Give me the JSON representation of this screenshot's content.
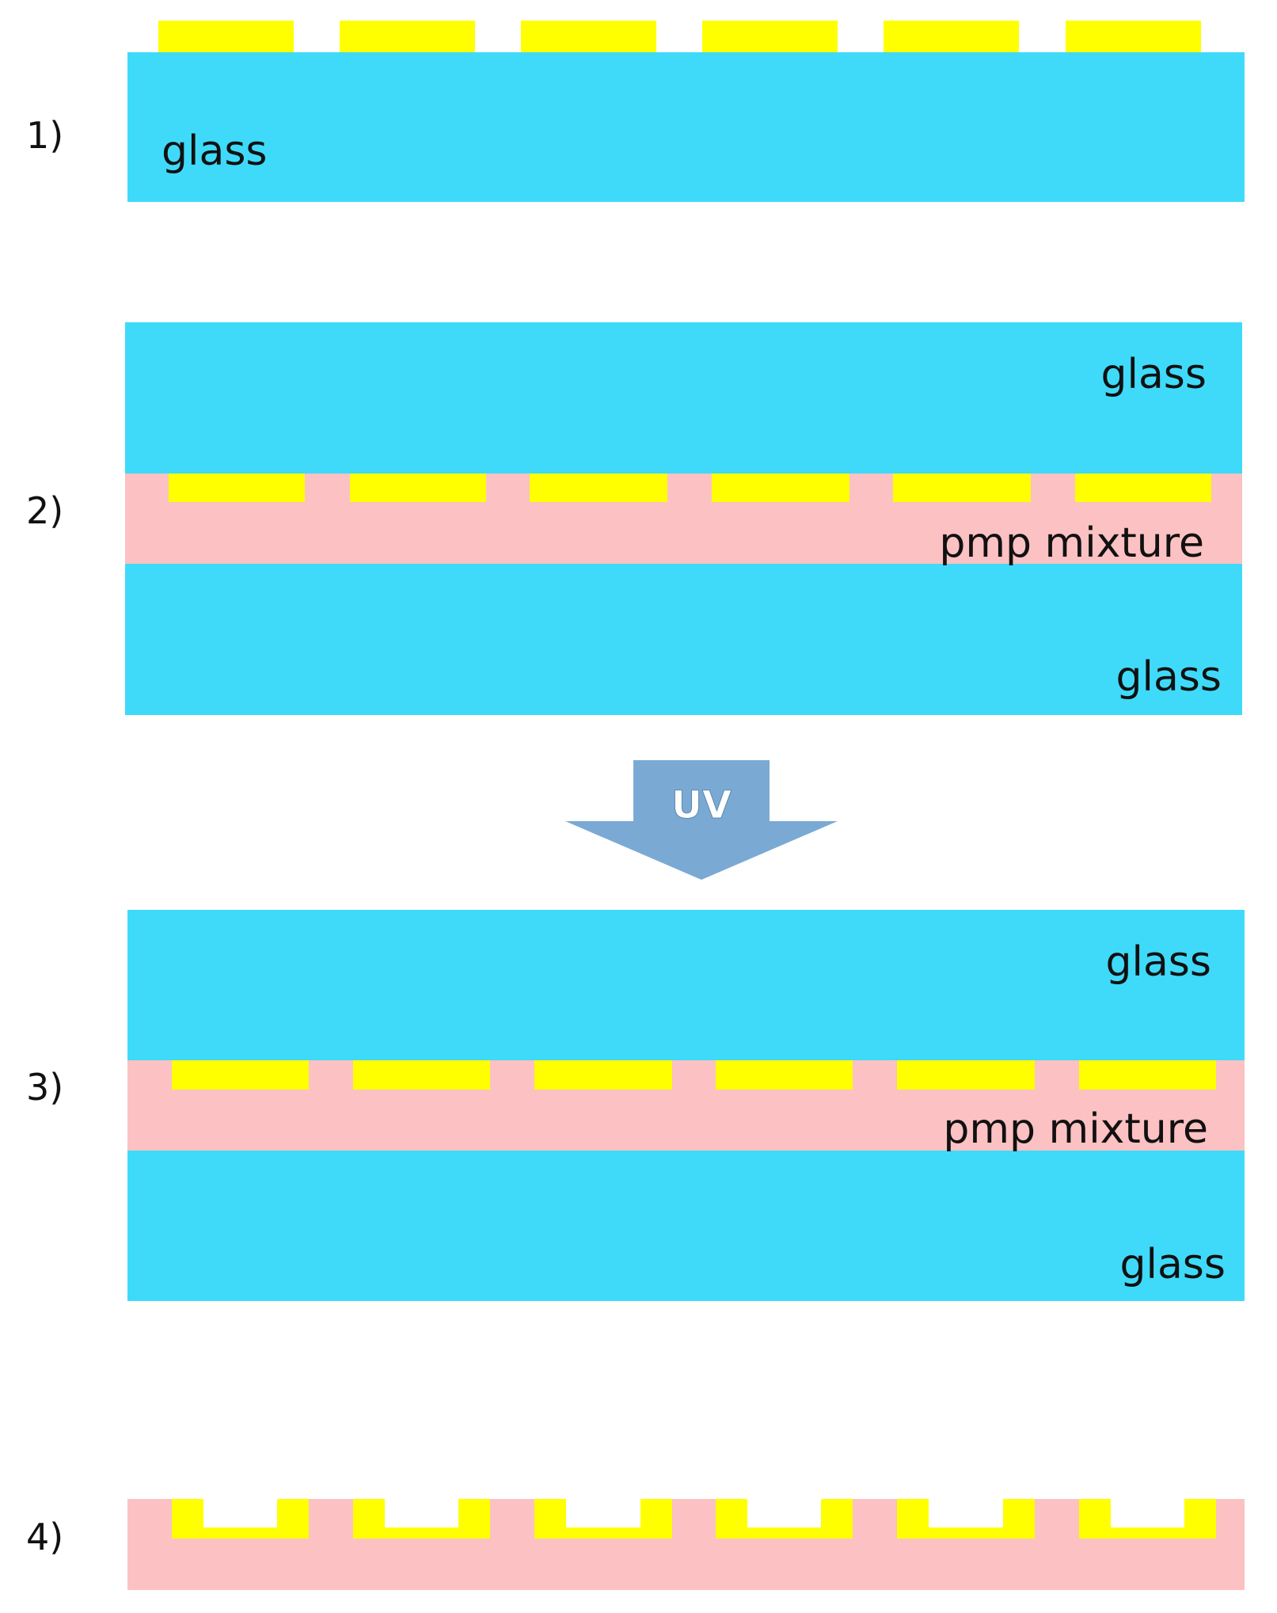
{
  "steps": [
    {
      "number": "1)",
      "labels": {
        "glass": "glass"
      }
    },
    {
      "number": "2)",
      "labels": {
        "top_glass": "glass",
        "mixture": "pmp mixture",
        "bottom_glass": "glass"
      }
    },
    {
      "number": "3)",
      "labels": {
        "top_glass": "glass",
        "mixture": "pmp mixture",
        "bottom_glass": "glass"
      }
    },
    {
      "number": "4)"
    }
  ],
  "uv_arrow": {
    "label": "UV"
  },
  "colors": {
    "glass": "#3fdaf9",
    "pmp_mixture": "#fcc1c3",
    "electrode": "#ffff00",
    "arrow": "#7aaad4",
    "arrow_text": "#ffffff"
  }
}
